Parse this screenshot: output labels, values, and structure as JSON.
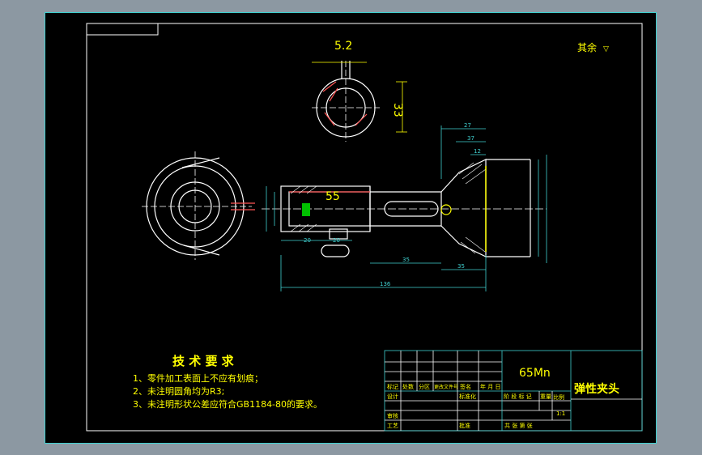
{
  "drawing": {
    "surface_note": "其余",
    "dims": {
      "top_width": "5.2",
      "top_height": "33",
      "main_55": "55",
      "d_20a": "20",
      "d_20b": "20",
      "d_35a": "35",
      "d_35b": "35",
      "d_136": "136",
      "d_27": "27",
      "d_37": "37",
      "d_12": "12"
    },
    "tech_title": "技 术 要 求",
    "tech_items": [
      "1、零件加工表面上不应有划痕；",
      "2、未注明圆角均为R3;",
      "3、未注明形状公差应符合GB1184-80的要求。"
    ]
  },
  "title_block": {
    "material": "65Mn",
    "part_name": "弹性夹头",
    "scale_label": "比例",
    "scale_value": "1:1",
    "rows": {
      "r_mark": "标记",
      "r_count": "处数",
      "r_zone": "分区",
      "r_docno": "更改文件号",
      "r_sign": "签名",
      "r_date": "年 月 日",
      "r_design": "设计",
      "r_std": "标准化",
      "r_stage": "阶 段 标 记",
      "r_weight": "重量",
      "r_check": "审核",
      "r_craft": "工艺",
      "r_approve": "批准",
      "r_total": "共   张  第   张"
    }
  },
  "colors": {
    "frame": "#3fd0d0",
    "line": "#ffffff",
    "dim": "#ffff00",
    "text": "#ffff00"
  }
}
